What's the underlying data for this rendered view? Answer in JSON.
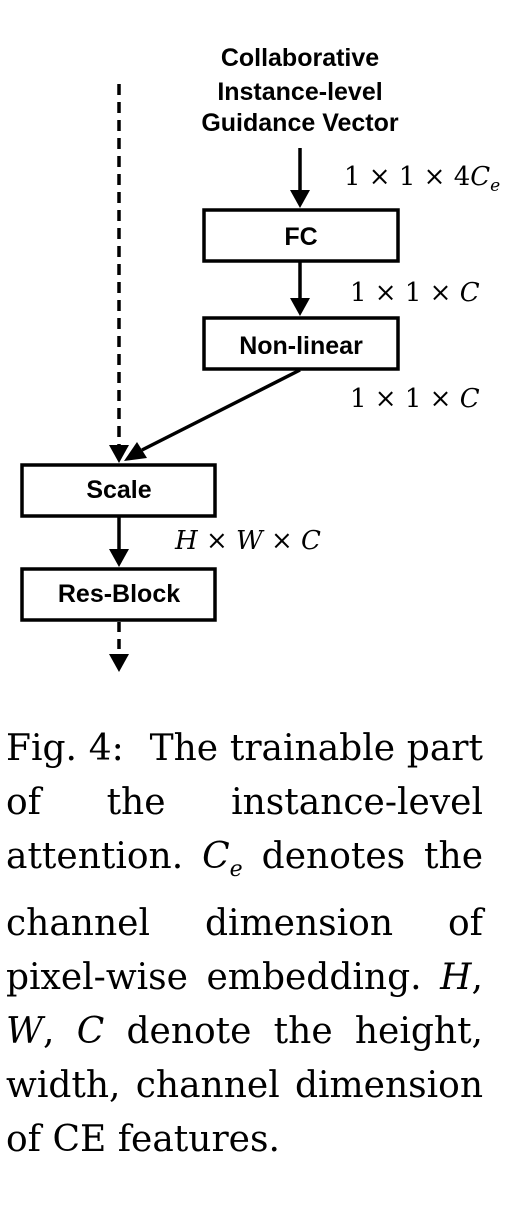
{
  "diagram": {
    "input_label": [
      "Collaborative",
      "Instance-level",
      "Guidance Vector"
    ],
    "dim_input": {
      "prefix": "1 × 1 × 4",
      "var": "C",
      "sub": "e"
    },
    "fc_label": "FC",
    "dim_fc_out": {
      "prefix": "1 × 1 × ",
      "var": "C"
    },
    "nonlinear_label": "Non-linear",
    "dim_nonlinear_out": {
      "prefix": "1 × 1 × ",
      "var": "C"
    },
    "scale_label": "Scale",
    "dim_scale_out": "H × W × C",
    "resblock_label": "Res-Block"
  },
  "caption": {
    "figure_label": "Fig. 4:",
    "text_1": "The trainable part of the instance-level attention.",
    "var_c": "C",
    "var_c_sub": "e",
    "text_2": "denotes the channel dimension of pixel-wise embedding.",
    "var_h": "H",
    "var_w": "W",
    "var_c2": "C",
    "text_3": "denote the height, width, channel dimension of CE features."
  }
}
